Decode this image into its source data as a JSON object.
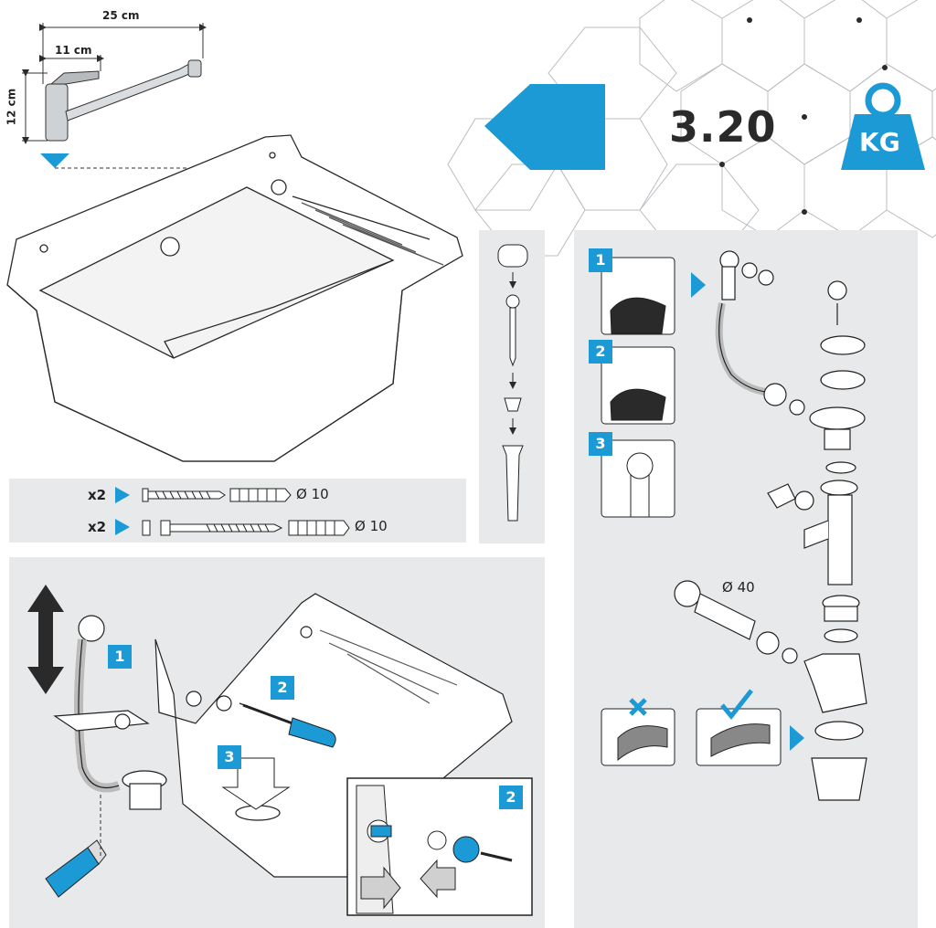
{
  "dimensions": {
    "width_total": "25 cm",
    "width_partial": "11 cm",
    "height": "12 cm"
  },
  "weight": {
    "value": "3.20",
    "unit": "KG"
  },
  "fixings": {
    "rows": [
      {
        "quantity": "x2",
        "diameter": "Ø 10"
      },
      {
        "quantity": "x2",
        "diameter": "Ø 10"
      }
    ]
  },
  "drain": {
    "pipe_diameter": "Ø 40"
  },
  "steps": {
    "installation": [
      "1",
      "2",
      "3"
    ],
    "detail": "2",
    "hose": [
      "1",
      "2",
      "3"
    ]
  },
  "colors": {
    "accent": "#1c9ad6",
    "panel": "#e8e9ea",
    "line": "#2a2a2a"
  },
  "icons": [
    "faucet-icon",
    "sink-icon",
    "weight-icon",
    "screw-icon",
    "wall-plug-icon",
    "screwdriver-icon",
    "utility-knife-icon",
    "check-icon",
    "cross-icon",
    "drain-trap-icon"
  ]
}
